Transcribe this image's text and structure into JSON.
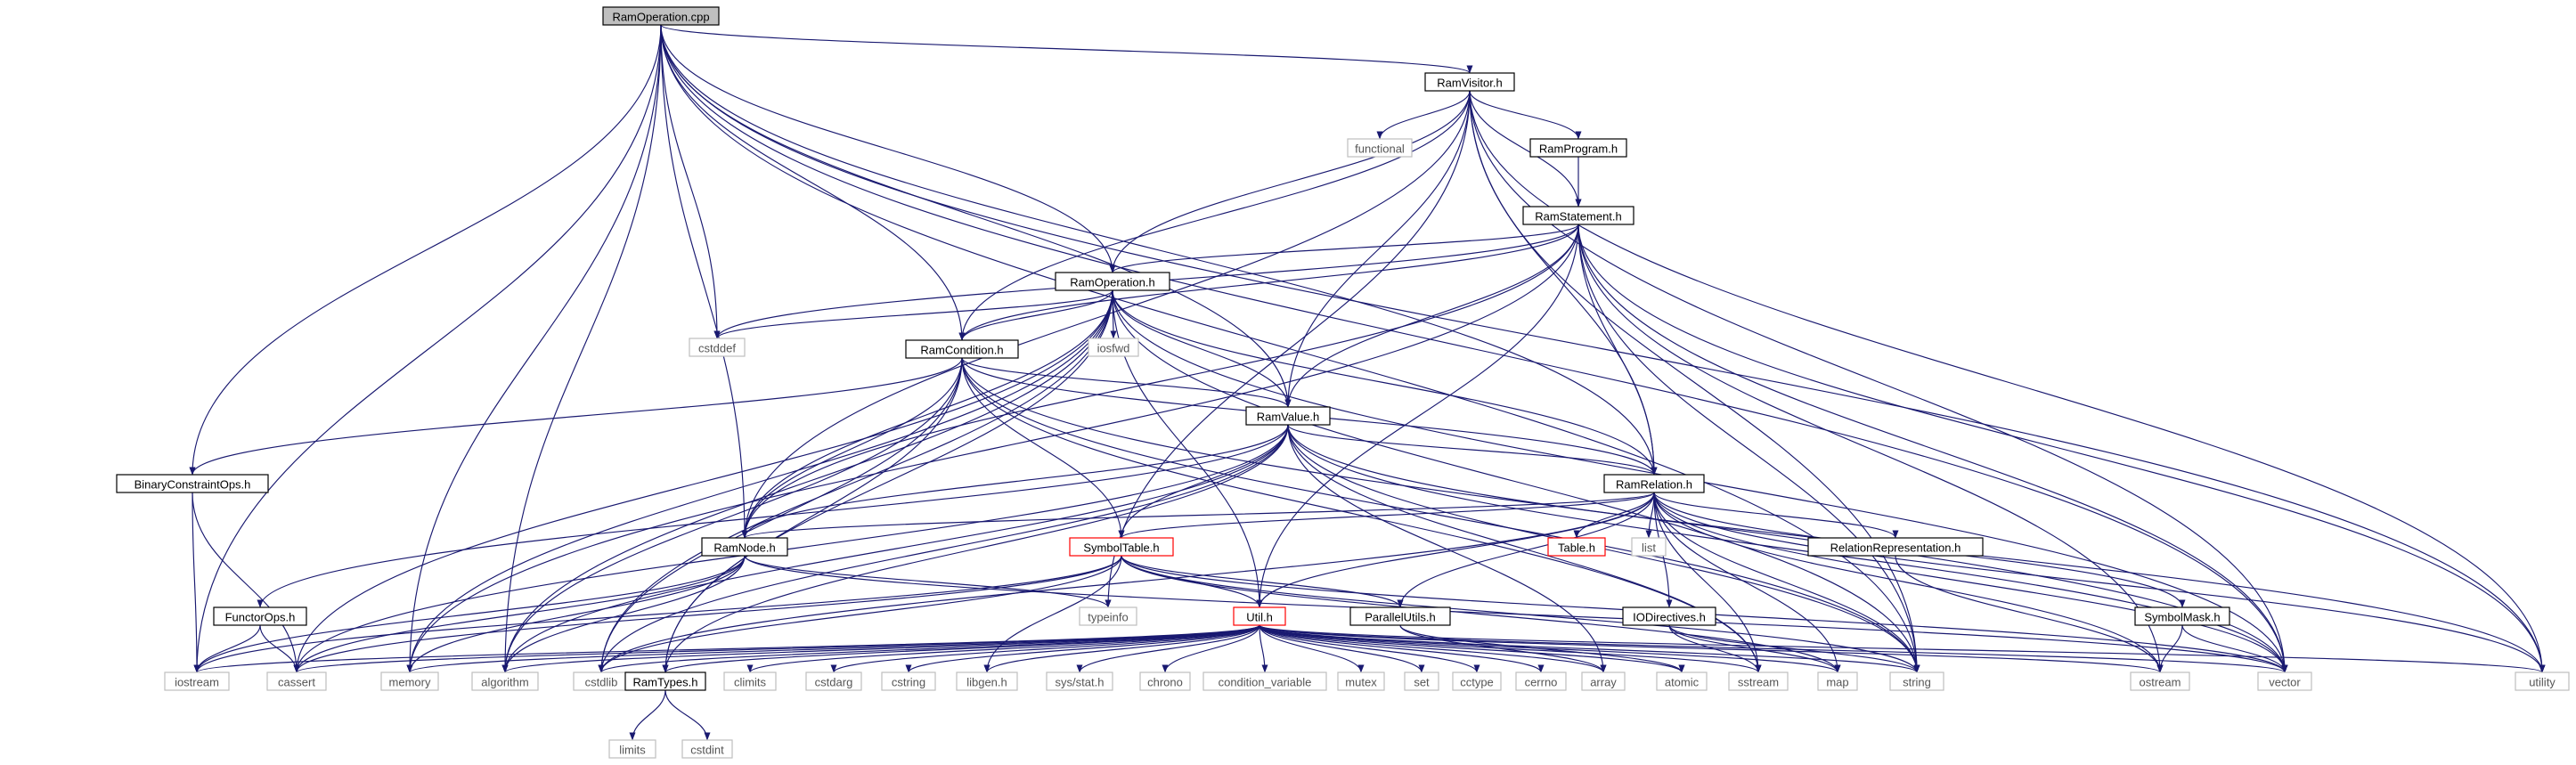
{
  "title": "RamOperation.cpp",
  "colors": {
    "edge": "#191970",
    "border": "#000000",
    "muted_border": "#bfbfbf",
    "missing_border": "#ff0000",
    "root_fill": "#bfbfbf",
    "text": "#000000",
    "muted_text": "#555555"
  },
  "nodes": [
    {
      "id": "ramoperation_cpp",
      "label": "RamOperation.cpp",
      "style": "root"
    },
    {
      "id": "ramvisitor_h",
      "label": "RamVisitor.h",
      "style": "normal"
    },
    {
      "id": "functional",
      "label": "functional",
      "style": "system"
    },
    {
      "id": "ramprogram_h",
      "label": "RamProgram.h",
      "style": "normal"
    },
    {
      "id": "ramstatement_h",
      "label": "RamStatement.h",
      "style": "normal"
    },
    {
      "id": "ramoperation_h",
      "label": "RamOperation.h",
      "style": "normal"
    },
    {
      "id": "cstddef",
      "label": "cstddef",
      "style": "system"
    },
    {
      "id": "iosfwd",
      "label": "iosfwd",
      "style": "system"
    },
    {
      "id": "ramcondition_h",
      "label": "RamCondition.h",
      "style": "normal"
    },
    {
      "id": "ramvalue_h",
      "label": "RamValue.h",
      "style": "normal"
    },
    {
      "id": "binaryconstraintops_h",
      "label": "BinaryConstraintOps.h",
      "style": "normal"
    },
    {
      "id": "ramrelation_h",
      "label": "RamRelation.h",
      "style": "normal"
    },
    {
      "id": "ramnode_h",
      "label": "RamNode.h",
      "style": "normal"
    },
    {
      "id": "symboltable_h",
      "label": "SymbolTable.h",
      "style": "missing"
    },
    {
      "id": "table_h",
      "label": "Table.h",
      "style": "missing"
    },
    {
      "id": "list",
      "label": "list",
      "style": "system"
    },
    {
      "id": "relationrepresentation_h",
      "label": "RelationRepresentation.h",
      "style": "normal"
    },
    {
      "id": "functorops_h",
      "label": "FunctorOps.h",
      "style": "normal"
    },
    {
      "id": "typeinfo",
      "label": "typeinfo",
      "style": "system"
    },
    {
      "id": "util_h",
      "label": "Util.h",
      "style": "missing"
    },
    {
      "id": "parallelutils_h",
      "label": "ParallelUtils.h",
      "style": "normal"
    },
    {
      "id": "iodirectives_h",
      "label": "IODirectives.h",
      "style": "normal"
    },
    {
      "id": "symbolmask_h",
      "label": "SymbolMask.h",
      "style": "normal"
    },
    {
      "id": "iostream",
      "label": "iostream",
      "style": "system"
    },
    {
      "id": "cassert",
      "label": "cassert",
      "style": "system"
    },
    {
      "id": "memory",
      "label": "memory",
      "style": "system"
    },
    {
      "id": "algorithm",
      "label": "algorithm",
      "style": "system"
    },
    {
      "id": "cstdlib",
      "label": "cstdlib",
      "style": "system"
    },
    {
      "id": "ramtypes_h",
      "label": "RamTypes.h",
      "style": "normal"
    },
    {
      "id": "climits",
      "label": "climits",
      "style": "system"
    },
    {
      "id": "cstdarg",
      "label": "cstdarg",
      "style": "system"
    },
    {
      "id": "cstring",
      "label": "cstring",
      "style": "system"
    },
    {
      "id": "libgen_h",
      "label": "libgen.h",
      "style": "system"
    },
    {
      "id": "sys_stat_h",
      "label": "sys/stat.h",
      "style": "system"
    },
    {
      "id": "chrono",
      "label": "chrono",
      "style": "system"
    },
    {
      "id": "condition_variable",
      "label": "condition_variable",
      "style": "system"
    },
    {
      "id": "mutex",
      "label": "mutex",
      "style": "system"
    },
    {
      "id": "set",
      "label": "set",
      "style": "system"
    },
    {
      "id": "cctype",
      "label": "cctype",
      "style": "system"
    },
    {
      "id": "cerrno",
      "label": "cerrno",
      "style": "system"
    },
    {
      "id": "array",
      "label": "array",
      "style": "system"
    },
    {
      "id": "atomic",
      "label": "atomic",
      "style": "system"
    },
    {
      "id": "sstream",
      "label": "sstream",
      "style": "system"
    },
    {
      "id": "map",
      "label": "map",
      "style": "system"
    },
    {
      "id": "string",
      "label": "string",
      "style": "system"
    },
    {
      "id": "ostream",
      "label": "ostream",
      "style": "system"
    },
    {
      "id": "vector",
      "label": "vector",
      "style": "system"
    },
    {
      "id": "utility",
      "label": "utility",
      "style": "system"
    },
    {
      "id": "limits",
      "label": "limits",
      "style": "system"
    },
    {
      "id": "cstdint",
      "label": "cstdint",
      "style": "system"
    }
  ],
  "edges": [
    [
      "ramoperation_cpp",
      "ramvisitor_h"
    ],
    [
      "ramoperation_cpp",
      "ramoperation_h"
    ],
    [
      "ramoperation_cpp",
      "ramcondition_h"
    ],
    [
      "ramoperation_cpp",
      "ramvalue_h"
    ],
    [
      "ramoperation_cpp",
      "cstddef"
    ],
    [
      "ramoperation_cpp",
      "binaryconstraintops_h"
    ],
    [
      "ramoperation_cpp",
      "ramrelation_h"
    ],
    [
      "ramoperation_cpp",
      "ramnode_h"
    ],
    [
      "ramoperation_cpp",
      "iostream"
    ],
    [
      "ramoperation_cpp",
      "memory"
    ],
    [
      "ramoperation_cpp",
      "algorithm"
    ],
    [
      "ramoperation_cpp",
      "string"
    ],
    [
      "ramoperation_cpp",
      "vector"
    ],
    [
      "ramoperation_cpp",
      "utility"
    ],
    [
      "ramvisitor_h",
      "functional"
    ],
    [
      "ramvisitor_h",
      "ramprogram_h"
    ],
    [
      "ramvisitor_h",
      "ramstatement_h"
    ],
    [
      "ramvisitor_h",
      "ramoperation_h"
    ],
    [
      "ramvisitor_h",
      "ramcondition_h"
    ],
    [
      "ramvisitor_h",
      "ramvalue_h"
    ],
    [
      "ramvisitor_h",
      "ramrelation_h"
    ],
    [
      "ramvisitor_h",
      "ramnode_h"
    ],
    [
      "ramvisitor_h",
      "typeinfo"
    ],
    [
      "ramvisitor_h",
      "vector"
    ],
    [
      "ramvisitor_h",
      "string"
    ],
    [
      "ramvisitor_h",
      "utility"
    ],
    [
      "ramprogram_h",
      "ramstatement_h"
    ],
    [
      "ramstatement_h",
      "ramoperation_h"
    ],
    [
      "ramstatement_h",
      "ramcondition_h"
    ],
    [
      "ramstatement_h",
      "ramvalue_h"
    ],
    [
      "ramstatement_h",
      "ramrelation_h"
    ],
    [
      "ramstatement_h",
      "ramnode_h"
    ],
    [
      "ramstatement_h",
      "util_h"
    ],
    [
      "ramstatement_h",
      "cstddef"
    ],
    [
      "ramstatement_h",
      "memory"
    ],
    [
      "ramstatement_h",
      "string"
    ],
    [
      "ramstatement_h",
      "ostream"
    ],
    [
      "ramstatement_h",
      "vector"
    ],
    [
      "ramstatement_h",
      "utility"
    ],
    [
      "ramoperation_h",
      "cstddef"
    ],
    [
      "ramoperation_h",
      "iosfwd"
    ],
    [
      "ramoperation_h",
      "ramcondition_h"
    ],
    [
      "ramoperation_h",
      "ramvalue_h"
    ],
    [
      "ramoperation_h",
      "ramrelation_h"
    ],
    [
      "ramoperation_h",
      "ramnode_h"
    ],
    [
      "ramoperation_h",
      "util_h"
    ],
    [
      "ramoperation_h",
      "cassert"
    ],
    [
      "ramoperation_h",
      "memory"
    ],
    [
      "ramoperation_h",
      "algorithm"
    ],
    [
      "ramoperation_h",
      "cstdlib"
    ],
    [
      "ramoperation_h",
      "ramtypes_h"
    ],
    [
      "ramoperation_h",
      "string"
    ],
    [
      "ramoperation_h",
      "vector"
    ],
    [
      "ramcondition_h",
      "binaryconstraintops_h"
    ],
    [
      "ramcondition_h",
      "ramvalue_h"
    ],
    [
      "ramcondition_h",
      "ramrelation_h"
    ],
    [
      "ramcondition_h",
      "ramnode_h"
    ],
    [
      "ramcondition_h",
      "symboltable_h"
    ],
    [
      "ramcondition_h",
      "algorithm"
    ],
    [
      "ramcondition_h",
      "ramtypes_h"
    ],
    [
      "ramcondition_h",
      "cstdlib"
    ],
    [
      "ramcondition_h",
      "sstream"
    ],
    [
      "ramcondition_h",
      "string"
    ],
    [
      "ramcondition_h",
      "vector"
    ],
    [
      "ramvalue_h",
      "ramrelation_h"
    ],
    [
      "ramvalue_h",
      "ramnode_h"
    ],
    [
      "ramvalue_h",
      "symboltable_h"
    ],
    [
      "ramvalue_h",
      "functorops_h"
    ],
    [
      "ramvalue_h",
      "cassert"
    ],
    [
      "ramvalue_h",
      "algorithm"
    ],
    [
      "ramvalue_h",
      "cstdlib"
    ],
    [
      "ramvalue_h",
      "ramtypes_h"
    ],
    [
      "ramvalue_h",
      "array"
    ],
    [
      "ramvalue_h",
      "sstream"
    ],
    [
      "ramvalue_h",
      "string"
    ],
    [
      "ramvalue_h",
      "utility"
    ],
    [
      "ramvalue_h",
      "vector"
    ],
    [
      "binaryconstraintops_h",
      "iostream"
    ],
    [
      "binaryconstraintops_h",
      "cassert"
    ],
    [
      "ramrelation_h",
      "ramnode_h"
    ],
    [
      "ramrelation_h",
      "symboltable_h"
    ],
    [
      "ramrelation_h",
      "table_h"
    ],
    [
      "ramrelation_h",
      "list"
    ],
    [
      "ramrelation_h",
      "relationrepresentation_h"
    ],
    [
      "ramrelation_h",
      "util_h"
    ],
    [
      "ramrelation_h",
      "parallelutils_h"
    ],
    [
      "ramrelation_h",
      "iodirectives_h"
    ],
    [
      "ramrelation_h",
      "symbolmask_h"
    ],
    [
      "ramrelation_h",
      "cstdlib"
    ],
    [
      "ramrelation_h",
      "sstream"
    ],
    [
      "ramrelation_h",
      "map"
    ],
    [
      "ramrelation_h",
      "string"
    ],
    [
      "ramrelation_h",
      "vector"
    ],
    [
      "ramrelation_h",
      "utility"
    ],
    [
      "ramrelation_h",
      "ostream"
    ],
    [
      "ramnode_h",
      "typeinfo"
    ],
    [
      "ramnode_h",
      "iostream"
    ],
    [
      "ramnode_h",
      "cassert"
    ],
    [
      "ramnode_h",
      "memory"
    ],
    [
      "ramnode_h",
      "algorithm"
    ],
    [
      "ramnode_h",
      "vector"
    ],
    [
      "symboltable_h",
      "util_h"
    ],
    [
      "symboltable_h",
      "parallelutils_h"
    ],
    [
      "symboltable_h",
      "iostream"
    ],
    [
      "symboltable_h",
      "cassert"
    ],
    [
      "symboltable_h",
      "cstdlib"
    ],
    [
      "symboltable_h",
      "libgen_h"
    ],
    [
      "symboltable_h",
      "map"
    ],
    [
      "symboltable_h",
      "string"
    ],
    [
      "symboltable_h",
      "vector"
    ],
    [
      "relationrepresentation_h",
      "ostream"
    ],
    [
      "functorops_h",
      "cassert"
    ],
    [
      "functorops_h",
      "iostream"
    ],
    [
      "util_h",
      "iostream"
    ],
    [
      "util_h",
      "cassert"
    ],
    [
      "util_h",
      "memory"
    ],
    [
      "util_h",
      "algorithm"
    ],
    [
      "util_h",
      "cstdlib"
    ],
    [
      "util_h",
      "ramtypes_h"
    ],
    [
      "util_h",
      "climits"
    ],
    [
      "util_h",
      "cstdarg"
    ],
    [
      "util_h",
      "cstring"
    ],
    [
      "util_h",
      "libgen_h"
    ],
    [
      "util_h",
      "sys_stat_h"
    ],
    [
      "util_h",
      "chrono"
    ],
    [
      "util_h",
      "condition_variable"
    ],
    [
      "util_h",
      "mutex"
    ],
    [
      "util_h",
      "set"
    ],
    [
      "util_h",
      "cctype"
    ],
    [
      "util_h",
      "cerrno"
    ],
    [
      "util_h",
      "array"
    ],
    [
      "util_h",
      "atomic"
    ],
    [
      "util_h",
      "sstream"
    ],
    [
      "util_h",
      "map"
    ],
    [
      "util_h",
      "string"
    ],
    [
      "util_h",
      "ostream"
    ],
    [
      "util_h",
      "vector"
    ],
    [
      "util_h",
      "utility"
    ],
    [
      "parallelutils_h",
      "atomic"
    ],
    [
      "parallelutils_h",
      "array"
    ],
    [
      "iodirectives_h",
      "map"
    ],
    [
      "iodirectives_h",
      "sstream"
    ],
    [
      "iodirectives_h",
      "string"
    ],
    [
      "symbolmask_h",
      "ostream"
    ],
    [
      "symbolmask_h",
      "vector"
    ],
    [
      "ramtypes_h",
      "limits"
    ],
    [
      "ramtypes_h",
      "cstdint"
    ]
  ]
}
